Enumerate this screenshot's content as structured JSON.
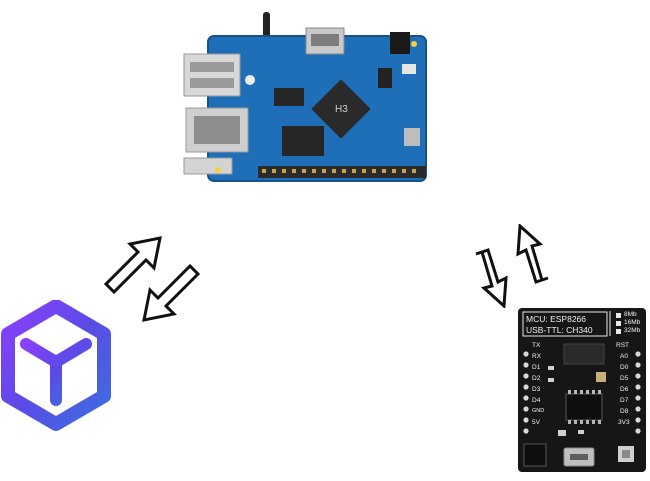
{
  "diagram": {
    "sbc_board": {
      "chip_label": "H3",
      "icon": "single-board-computer"
    },
    "esp_board": {
      "mcu_line": "MCU: ESP8266",
      "usb_line": "USB-TTL: CH340",
      "flash_options": [
        "8Mb",
        "16Mb",
        "32Mb"
      ],
      "left_pins": [
        "TX",
        "RX",
        "D1",
        "D2",
        "D3",
        "D4",
        "GND",
        "5V"
      ],
      "right_pins": [
        "RST",
        "A0",
        "D0",
        "D5",
        "D6",
        "D7",
        "D8",
        "3V3"
      ],
      "icon": "esp8266-d1-mini-board"
    },
    "logo": {
      "icon": "cube-logo-icon",
      "colors": [
        "#3b5bdb",
        "#8a3ffc",
        "#c02fd8"
      ]
    },
    "arrows": [
      {
        "icon": "bidirectional-arrows-icon",
        "between": [
          "logo",
          "sbc_board"
        ]
      },
      {
        "icon": "bidirectional-arrows-icon",
        "between": [
          "sbc_board",
          "esp_board"
        ]
      }
    ]
  }
}
